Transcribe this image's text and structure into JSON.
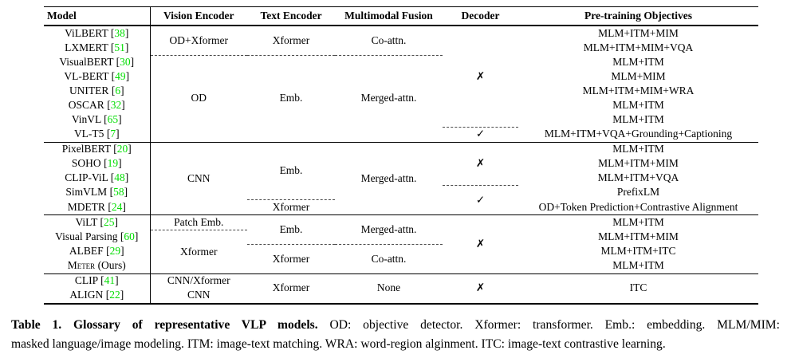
{
  "table": {
    "headers": {
      "model": "Model",
      "vision": "Vision Encoder",
      "text": "Text Encoder",
      "fusion": "Multimodal Fusion",
      "decoder": "Decoder",
      "objectives": "Pre-training Objectives"
    },
    "cells": {
      "vision_s1a": "OD+Xformer",
      "vision_s1b": "OD",
      "vision_s2": "CNN",
      "vision_s3a": "Patch Emb.",
      "vision_s3b": "Xformer",
      "vision_s4a": "CNN/Xformer",
      "vision_s4b": "CNN",
      "text_s1a": "Xformer",
      "text_s1b": "Emb.",
      "text_s2a": "Emb.",
      "text_s2b": "Xformer",
      "text_s3a": "Emb.",
      "text_s3b": "Xformer",
      "text_s4": "Xformer",
      "fusion_s1a": "Co-attn.",
      "fusion_s1b": "Merged-attn.",
      "fusion_s2": "Merged-attn.",
      "fusion_s3a": "Merged-attn.",
      "fusion_s3b": "Co-attn.",
      "fusion_s4": "None",
      "decoder_no": "✗",
      "decoder_yes": "✓"
    },
    "rows": [
      {
        "model": "ViLBERT",
        "cite": "38",
        "objective": "MLM+ITM+MIM"
      },
      {
        "model": "LXMERT",
        "cite": "51",
        "objective": "MLM+ITM+MIM+VQA"
      },
      {
        "model": "VisualBERT",
        "cite": "30",
        "objective": "MLM+ITM"
      },
      {
        "model": "VL-BERT",
        "cite": "49",
        "objective": "MLM+MIM"
      },
      {
        "model": "UNITER",
        "cite": "6",
        "objective": "MLM+ITM+MIM+WRA"
      },
      {
        "model": "OSCAR",
        "cite": "32",
        "objective": "MLM+ITM"
      },
      {
        "model": "VinVL",
        "cite": "65",
        "objective": "MLM+ITM"
      },
      {
        "model": "VL-T5",
        "cite": "7",
        "objective": "MLM+ITM+VQA+Grounding+Captioning"
      },
      {
        "model": "PixelBERT",
        "cite": "20",
        "objective": "MLM+ITM"
      },
      {
        "model": "SOHO",
        "cite": "19",
        "objective": "MLM+ITM+MIM"
      },
      {
        "model": "CLIP-ViL",
        "cite": "48",
        "objective": "MLM+ITM+VQA"
      },
      {
        "model": "SimVLM",
        "cite": "58",
        "objective": "PrefixLM"
      },
      {
        "model": "MDETR",
        "cite": "24",
        "objective": "OD+Token Prediction+Contrastive Alignment"
      },
      {
        "model": "ViLT",
        "cite": "25",
        "objective": "MLM+ITM"
      },
      {
        "model": "Visual Parsing",
        "cite": "60",
        "objective": "MLM+ITM+MIM"
      },
      {
        "model": "ALBEF",
        "cite": "29",
        "objective": "MLM+ITM+ITC"
      },
      {
        "model": "Meter",
        "suffix": " (Ours)",
        "objective": "MLM+ITM"
      },
      {
        "model": "CLIP",
        "cite": "41",
        "objective": "ITC"
      },
      {
        "model": "ALIGN",
        "cite": "22",
        "objective": ""
      }
    ]
  },
  "caption": {
    "bold": "Table 1. Glossary of representative VLP models.",
    "line1_rest": " OD: objective detector. Xformer: transformer. Emb.: embedding. MLM/MIM:",
    "line2": "masked language/image modeling. ITM: image-text matching. WRA: word-region alginment. ITC: image-text contrastive learning."
  }
}
